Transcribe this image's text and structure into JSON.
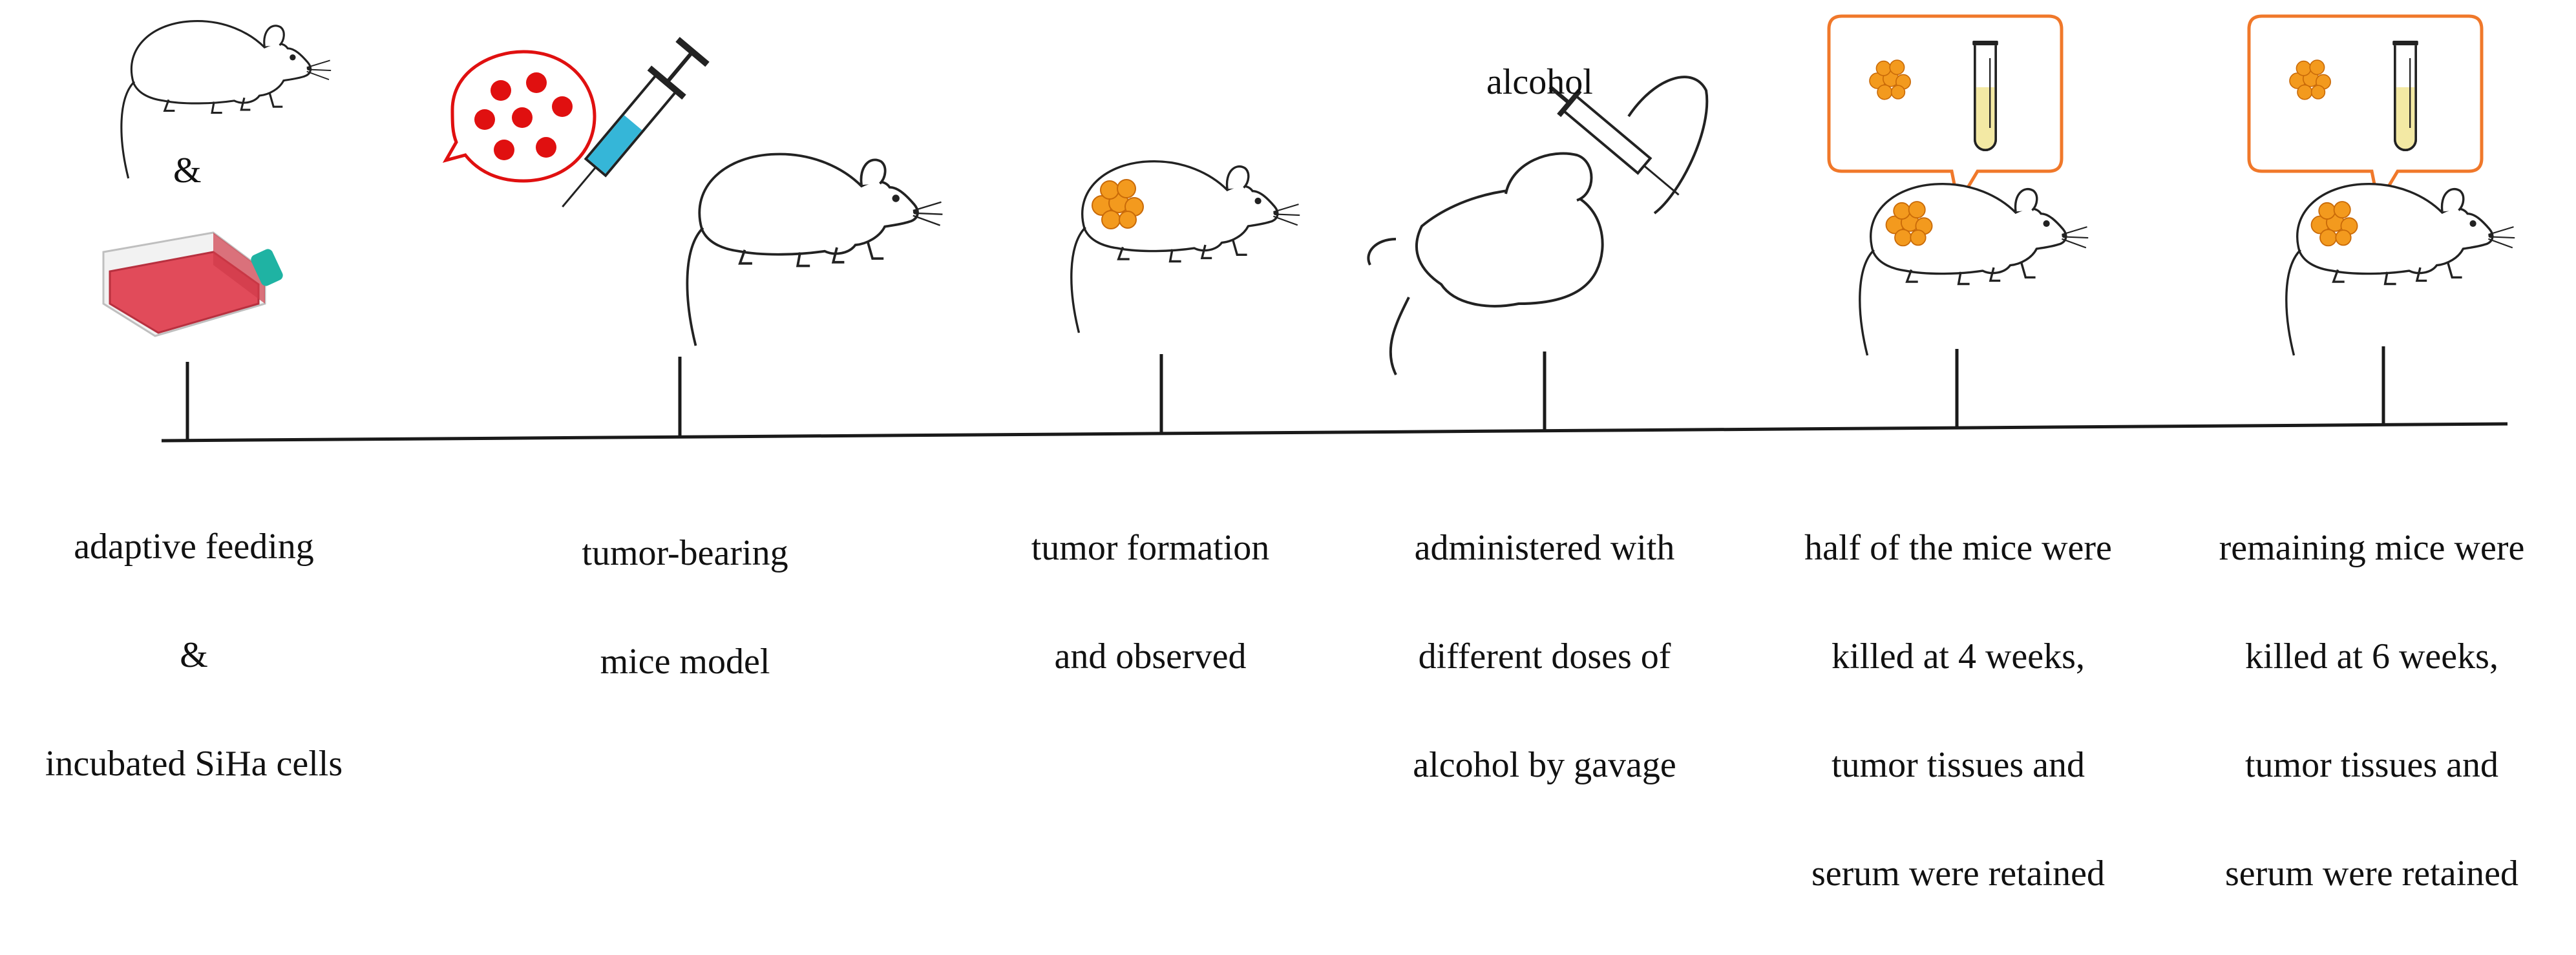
{
  "top_labels": {
    "ampersand": "&",
    "alcohol": "alcohol"
  },
  "steps": [
    {
      "id": "step-1",
      "lines": [
        "adaptive feeding",
        "&",
        "incubated SiHa cells"
      ]
    },
    {
      "id": "step-2",
      "lines": [
        "tumor-bearing",
        "mice model"
      ]
    },
    {
      "id": "step-3",
      "lines": [
        "tumor formation",
        "and observed"
      ]
    },
    {
      "id": "step-4",
      "lines": [
        "administered with",
        "different doses of",
        "alcohol by gavage"
      ]
    },
    {
      "id": "step-5",
      "lines": [
        "half of the mice were",
        "killed at 4 weeks,",
        "tumor tissues and",
        "serum were retained"
      ]
    },
    {
      "id": "step-6",
      "lines": [
        "remaining mice were",
        "killed at 6 weeks,",
        "tumor tissues and",
        "serum were retained"
      ]
    }
  ],
  "colors": {
    "line": "#1a1a1a",
    "flask": "#e14b5a",
    "cap": "#1fb3a3",
    "cells": "#e01010",
    "syringe_fluid": "#35b6d8",
    "tumor": "#f39a1e",
    "callout": "#f0782a",
    "serum": "#f3e9a4"
  }
}
